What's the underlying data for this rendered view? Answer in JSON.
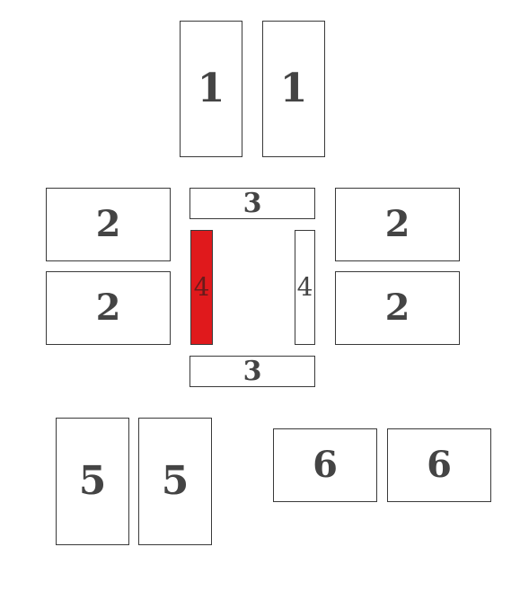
{
  "pieces": [
    {
      "label": "1",
      "highlighted": false
    },
    {
      "label": "1",
      "highlighted": false
    },
    {
      "label": "2",
      "highlighted": false
    },
    {
      "label": "3",
      "highlighted": false
    },
    {
      "label": "2",
      "highlighted": false
    },
    {
      "label": "4",
      "highlighted": true,
      "color": "#e0191c"
    },
    {
      "label": "4",
      "highlighted": false
    },
    {
      "label": "2",
      "highlighted": false
    },
    {
      "label": "2",
      "highlighted": false
    },
    {
      "label": "3",
      "highlighted": false
    },
    {
      "label": "5",
      "highlighted": false
    },
    {
      "label": "5",
      "highlighted": false
    },
    {
      "label": "6",
      "highlighted": false
    },
    {
      "label": "6",
      "highlighted": false
    }
  ]
}
